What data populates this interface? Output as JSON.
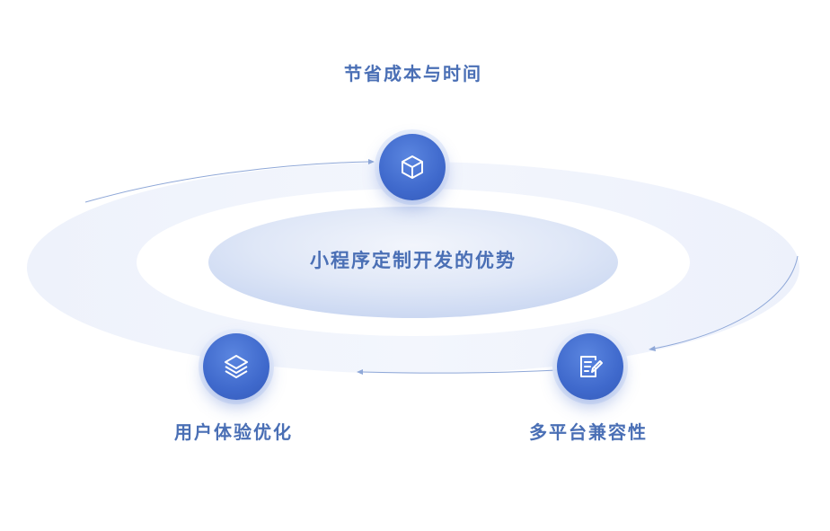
{
  "diagram": {
    "center_title": "小程序定制开发的优势",
    "nodes": [
      {
        "label": "节省成本与时间",
        "icon": "cube-icon"
      },
      {
        "label": "用户体验优化",
        "icon": "layers-icon"
      },
      {
        "label": "多平台兼容性",
        "icon": "document-edit-icon"
      }
    ],
    "colors": {
      "accent": "#3f69cc",
      "text": "#4a6fb5",
      "ring": "#eef2fb",
      "center": "#d3def4"
    }
  }
}
